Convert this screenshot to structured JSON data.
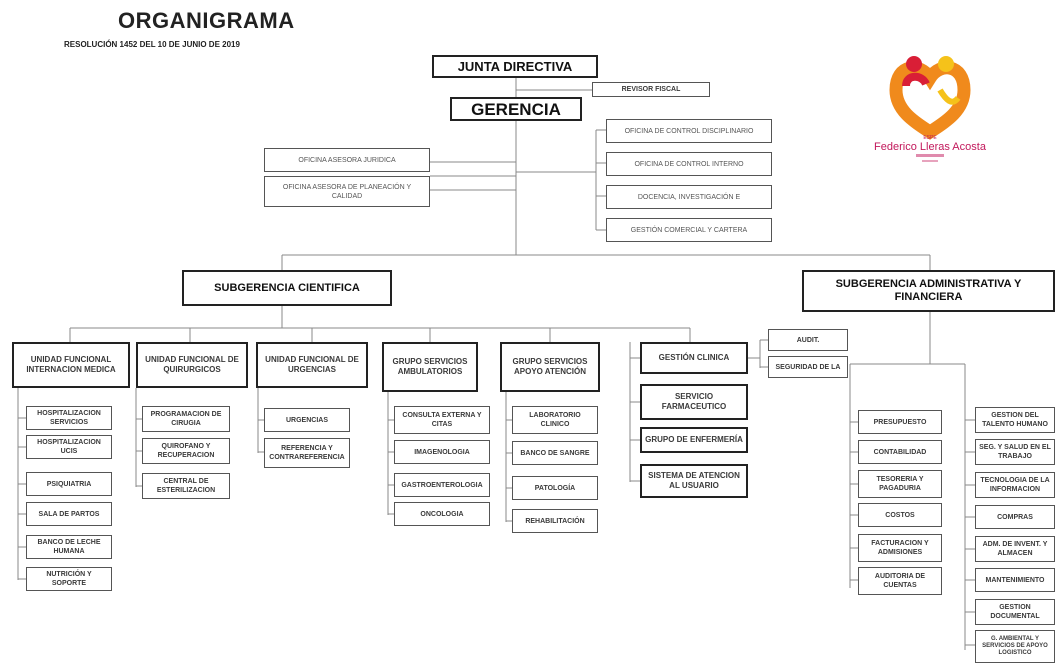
{
  "header": {
    "title": "ORGANIGRAMA",
    "subtitle": "RESOLUCIÓN 1452 DEL 10 DE JUNIO DE 2019"
  },
  "logo": {
    "line1": "ESPE",
    "name": "Federico Lleras Acosta",
    "colors": {
      "orange": "#f08a1c",
      "red": "#d91e36",
      "yellow": "#f5c21a",
      "text": "#c2185b"
    }
  },
  "top": {
    "junta": "JUNTA DIRECTIVA",
    "revisor": "REVISOR FISCAL",
    "gerencia": "GERENCIA"
  },
  "left_offices": [
    "OFICINA ASESORA JURIDICA",
    "OFICINA ASESORA DE PLANEACIÓN Y CALIDAD"
  ],
  "right_offices": [
    "OFICINA DE CONTROL DISCIPLINARIO",
    "OFICINA DE CONTROL  INTERNO",
    "DOCENCIA, INVESTIGACIÓN E",
    "GESTIÓN COMERCIAL Y CARTERA"
  ],
  "sub_cientifica": {
    "title": "SUBGERENCIA CIENTIFICA",
    "units": [
      {
        "title": "UNIDAD FUNCIONAL INTERNACION MEDICA",
        "items": [
          "HOSPITALIZACION SERVICIOS",
          "HOSPITALIZACION UCIS",
          "PSIQUIATRIA",
          "SALA DE PARTOS",
          "BANCO DE LECHE HUMANA",
          "NUTRICIÓN Y SOPORTE"
        ]
      },
      {
        "title": "UNIDAD FUNCIONAL DE QUIRURGICOS",
        "items": [
          "PROGRAMACION DE CIRUGIA",
          "QUIROFANO Y RECUPERACION",
          "CENTRAL DE ESTERILIZACION"
        ]
      },
      {
        "title": "UNIDAD FUNCIONAL DE URGENCIAS",
        "items": [
          "URGENCIAS",
          "REFERENCIA Y CONTRAREFERENCIA"
        ]
      },
      {
        "title": "GRUPO SERVICIOS AMBULATORIOS",
        "items": [
          "CONSULTA EXTERNA Y CITAS",
          "IMAGENOLOGIA",
          "GASTROENTEROLOGIA",
          "ONCOLOGIA"
        ]
      },
      {
        "title": "GRUPO  SERVICIOS APOYO ATENCIÓN",
        "items": [
          "LABORATORIO CLINICO",
          "BANCO DE SANGRE",
          "PATOLOGÍA",
          "REHABILITACIÓN"
        ]
      }
    ],
    "gestion": {
      "title": "GESTIÓN CLINICA",
      "sub": [
        "AUDIT.",
        "SEGURIDAD DE LA"
      ],
      "others": [
        "SERVICIO FARMACEUTICO",
        "GRUPO DE ENFERMERÍA",
        "SISTEMA DE ATENCION AL USUARIO"
      ]
    }
  },
  "sub_admin": {
    "title": "SUBGERENCIA ADMINISTRATIVA Y FINANCIERA",
    "left": [
      "PRESUPUESTO",
      "CONTABILIDAD",
      "TESORERIA Y PAGADURIA",
      "COSTOS",
      "FACTURACION Y ADMISIONES",
      "AUDITORIA DE CUENTAS"
    ],
    "right": [
      "GESTION DEL TALENTO HUMANO",
      "SEG. Y SALUD EN EL TRABAJO",
      "TECNOLOGIA DE LA INFORMACION",
      "COMPRAS",
      "ADM. DE INVENT. Y ALMACEN",
      "MANTENIMIENTO",
      "GESTION DOCUMENTAL",
      "G. AMBIENTAL Y SERVICIOS DE APOYO LOGISTICO"
    ]
  }
}
